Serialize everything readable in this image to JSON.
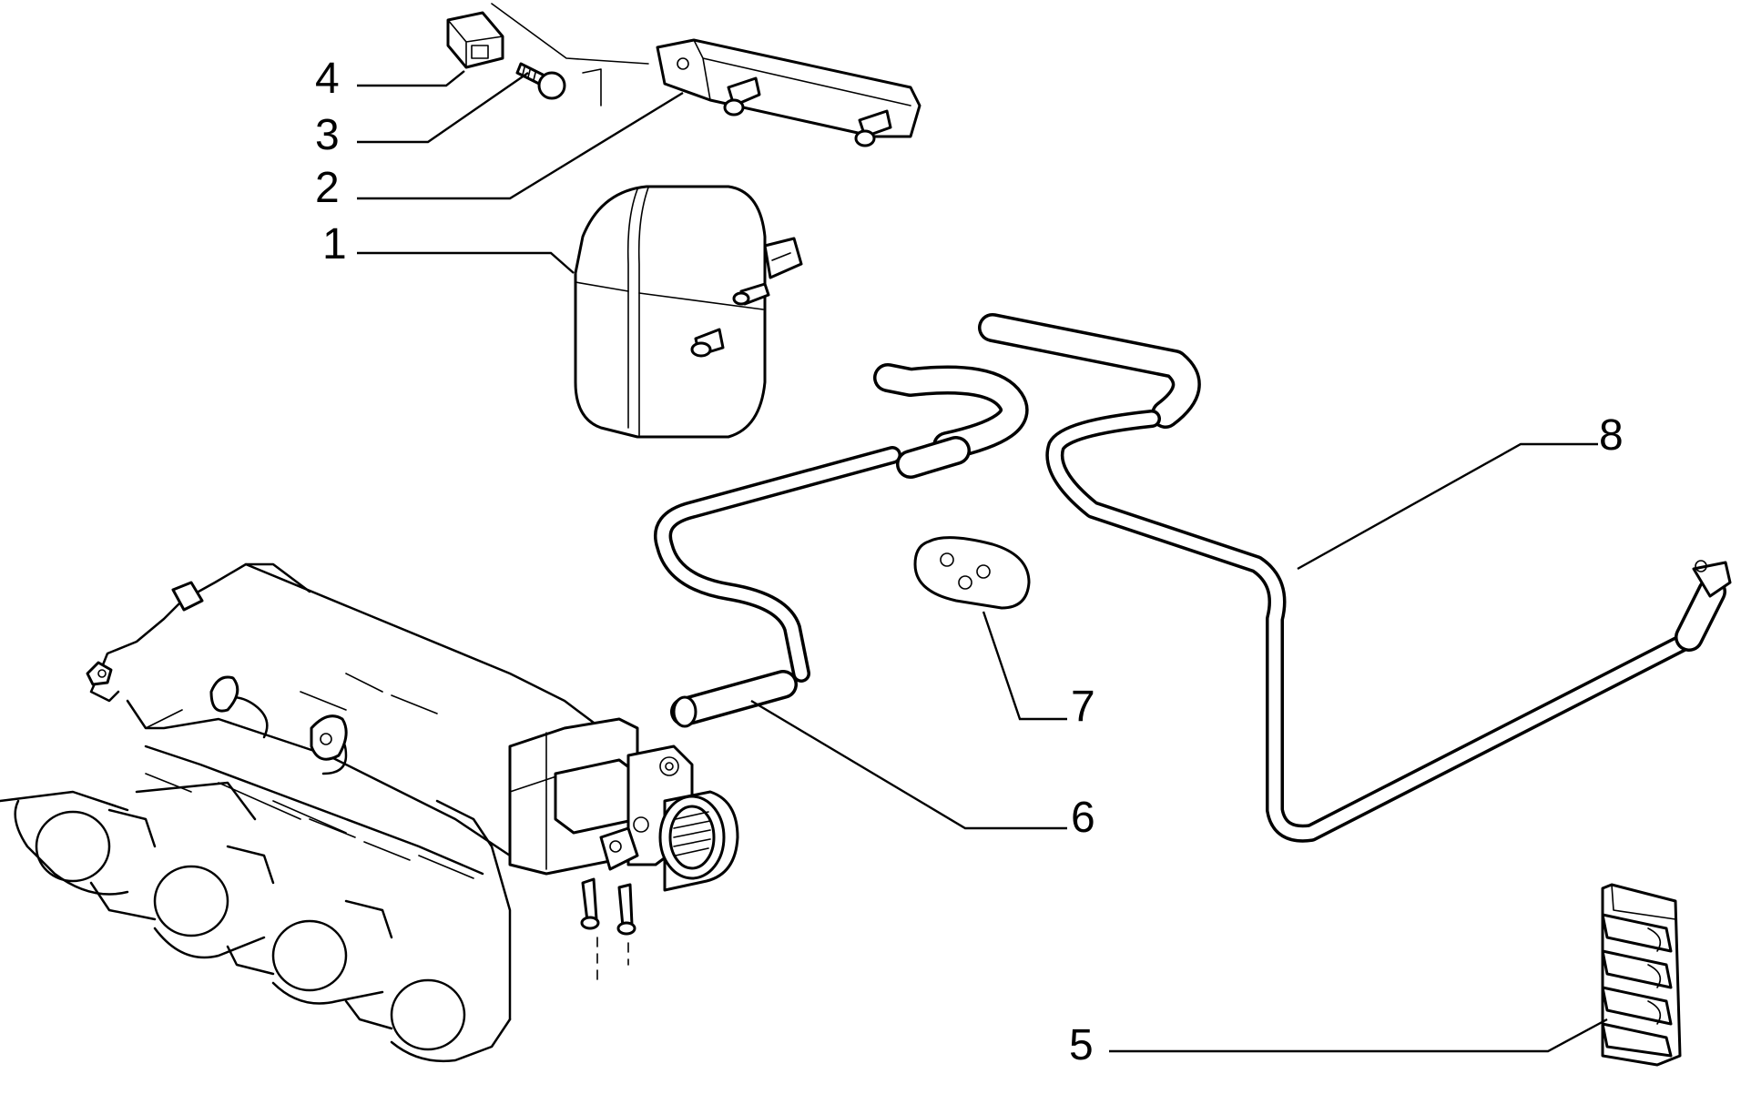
{
  "callouts": [
    {
      "id": "1",
      "text": "1"
    },
    {
      "id": "2",
      "text": "2"
    },
    {
      "id": "3",
      "text": "3"
    },
    {
      "id": "4",
      "text": "4"
    },
    {
      "id": "5",
      "text": "5"
    },
    {
      "id": "6",
      "text": "6"
    },
    {
      "id": "7",
      "text": "7"
    },
    {
      "id": "8",
      "text": "8"
    }
  ],
  "colors": {
    "ink": "#000000",
    "paper": "#ffffff"
  }
}
